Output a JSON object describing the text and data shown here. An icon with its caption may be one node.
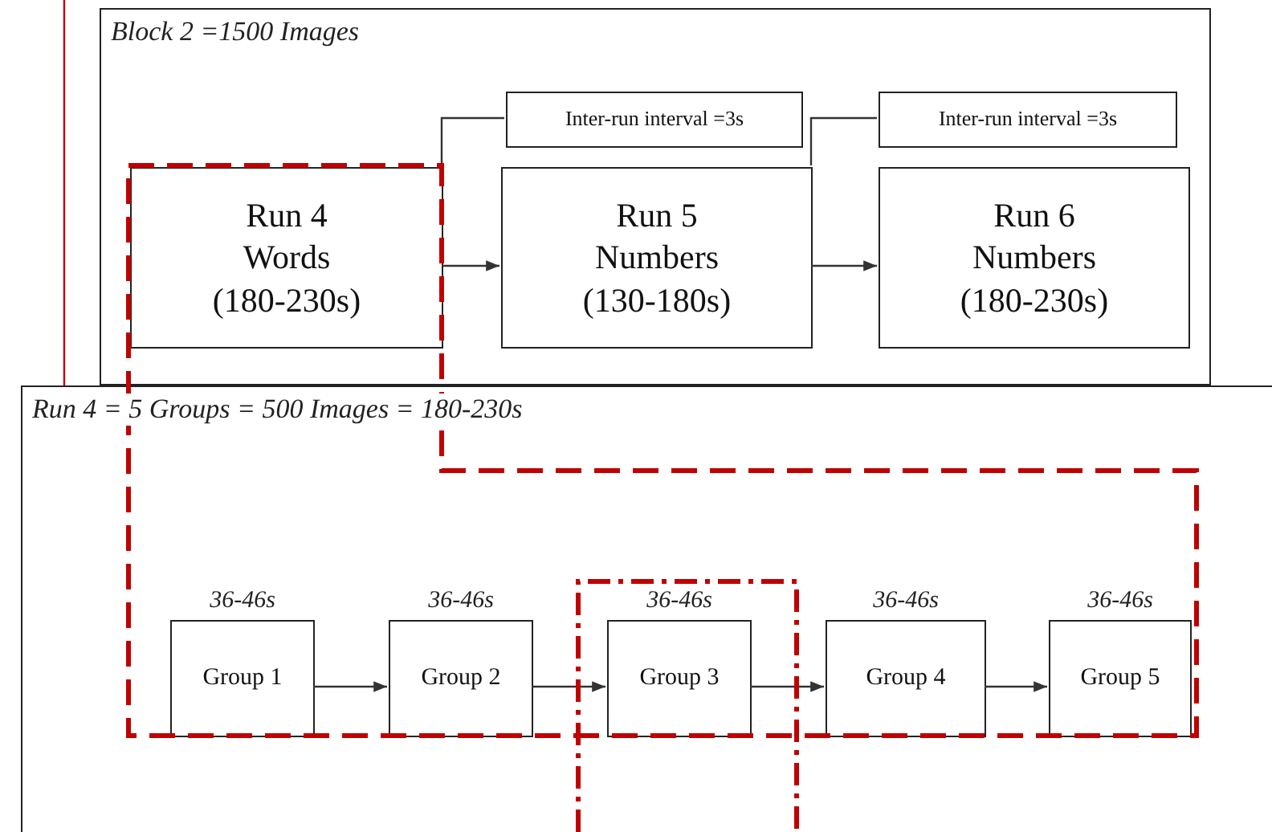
{
  "diagram": {
    "nodes": [
      {
        "text": [
          "Block 2 =1500 Images"
        ]
      },
      {
        "text": [
          "Inter-run interval =3s"
        ],
        "in": 0
      },
      {
        "text": [
          "Inter-run interval =3s"
        ],
        "in": 0
      },
      {
        "text": [
          "Run 4",
          "Words",
          "(180-230s)"
        ],
        "in": 0
      },
      {
        "text": [
          "Run 5",
          "Numbers",
          "(130-180s)"
        ],
        "in": 0
      },
      {
        "text": [
          "Run 6",
          "Numbers",
          "(180-230s)"
        ],
        "in": 0
      },
      {
        "text": [
          "Run 4 = 5 Groups = 500 Images = 180-230s"
        ]
      },
      {
        "text": [
          "Group 1"
        ],
        "in": 6,
        "beside": [
          "36-46s"
        ]
      },
      {
        "text": [
          "Group 2"
        ],
        "in": 6,
        "beside": [
          "36-46s"
        ]
      },
      {
        "text": [
          "Group 3"
        ],
        "in": 6,
        "beside": [
          "36-46s"
        ]
      },
      {
        "text": [
          "Group 4"
        ],
        "in": 6,
        "beside": [
          "36-46s"
        ]
      },
      {
        "text": [
          "Group 5"
        ],
        "in": 6,
        "beside": [
          "36-46s"
        ]
      }
    ],
    "edges": [
      {
        "from": 1,
        "to": 3,
        "arrow": "none"
      },
      {
        "from": 2,
        "to": 4,
        "arrow": "none"
      },
      {
        "from": 3,
        "to": 4,
        "arrow": "to"
      },
      {
        "from": 4,
        "to": 5,
        "arrow": "to"
      },
      {
        "from": 7,
        "to": 8,
        "arrow": "to"
      },
      {
        "from": 8,
        "to": 9,
        "arrow": "to"
      },
      {
        "from": 9,
        "to": 10,
        "arrow": "to"
      },
      {
        "from": 10,
        "to": 11,
        "arrow": "to"
      }
    ]
  }
}
